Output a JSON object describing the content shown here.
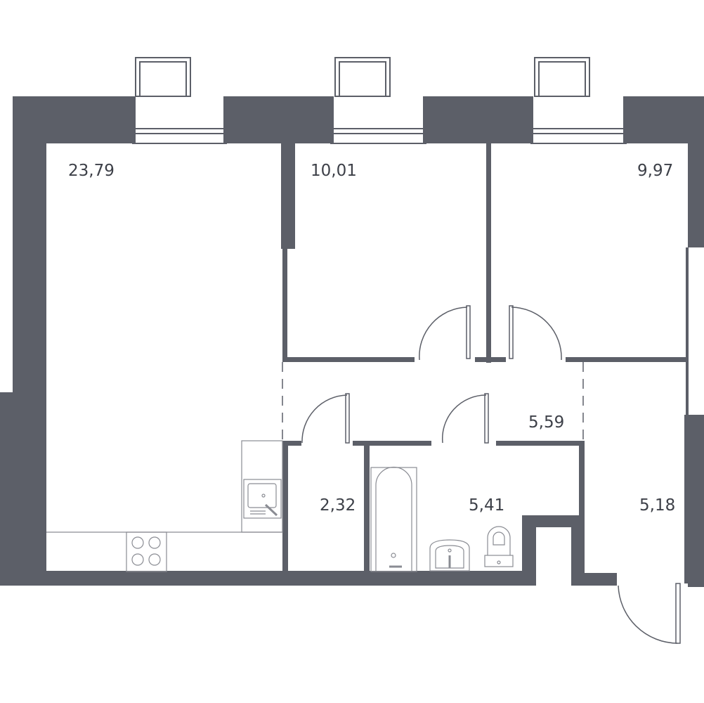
{
  "rooms": {
    "living_kitchen": "23,79",
    "bedroom_middle": "10,01",
    "bedroom_right": "9,97",
    "hall": "5,59",
    "storage": "2,32",
    "bathroom": "5,41",
    "corridor_entry": "5,18"
  },
  "colors": {
    "wall": "#5c5f68",
    "line": "#5c5f68",
    "fixture": "#8a8c93",
    "text": "#3d4048",
    "background": "#ffffff"
  }
}
